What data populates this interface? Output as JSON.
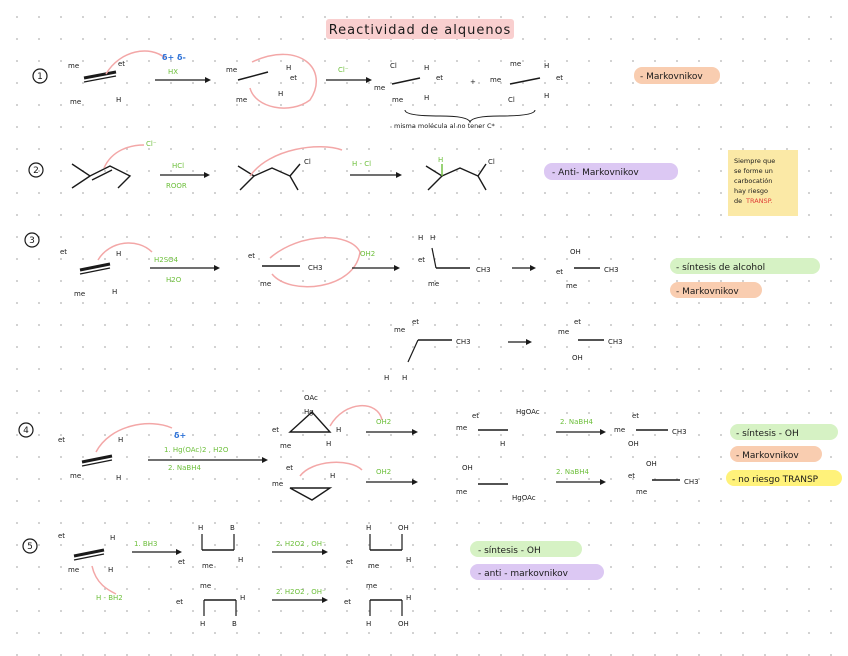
{
  "title": "Reactividad de alquenos",
  "sections": [
    {
      "num": "1",
      "reagent": "HX",
      "charges": "δ+ δ-",
      "nucleophile": "Cl⁻",
      "note": "misma molécula al no tener C*",
      "tag": "- Markovnikov"
    },
    {
      "num": "2",
      "reagent_top": "HCl",
      "reagent_bottom": "ROOR",
      "nucleophile": "Cl⁻",
      "arrow2": "H - Cl",
      "tag": "- Anti- Markovnikov",
      "sticky": [
        "Siempre que",
        "se forme un",
        "carbocatión",
        "hay riesgo",
        "de"
      ],
      "sticky_red": "TRANSP."
    },
    {
      "num": "3",
      "reagent_top": "H2SO4",
      "reagent_bottom": "H2O",
      "water": "OH2",
      "tags": [
        "- síntesis de alcohol",
        "- Markovnikov"
      ]
    },
    {
      "num": "4",
      "reagent_top": "1. Hg(OAc)2 , H2O",
      "reagent_bottom": "2. NaBH4",
      "step2": "OH2",
      "step3": "2. NaBH4",
      "hgoac": "HgOAc",
      "oac": "OAc",
      "tags": [
        "- síntesis - OH",
        "- Markovnikov",
        "- no riesgo TRANSP"
      ]
    },
    {
      "num": "5",
      "reagent": "1. BH3",
      "step2": "2. H2O2 , OH⁻",
      "hbh": "H - BH2",
      "tags": [
        "- síntesis - OH",
        "- anti - markovnikov"
      ]
    }
  ],
  "labels": {
    "me": "me",
    "et": "et",
    "H": "H",
    "Cl": "Cl",
    "OH": "OH",
    "CH3": "CH3",
    "B": "B",
    "plus": "+"
  },
  "colors": {
    "tag_orange": "#f9cdb0",
    "tag_purple": "#dcc8f3",
    "tag_green": "#d6f2c4",
    "tag_yellow": "#fff27a",
    "title_pink": "#f9cfcf",
    "sticky": "#fbe9a6",
    "arrow_pink": "#f3a7a7",
    "reagent_green": "#6cbf3a",
    "charge_blue": "#2a6fd6"
  }
}
